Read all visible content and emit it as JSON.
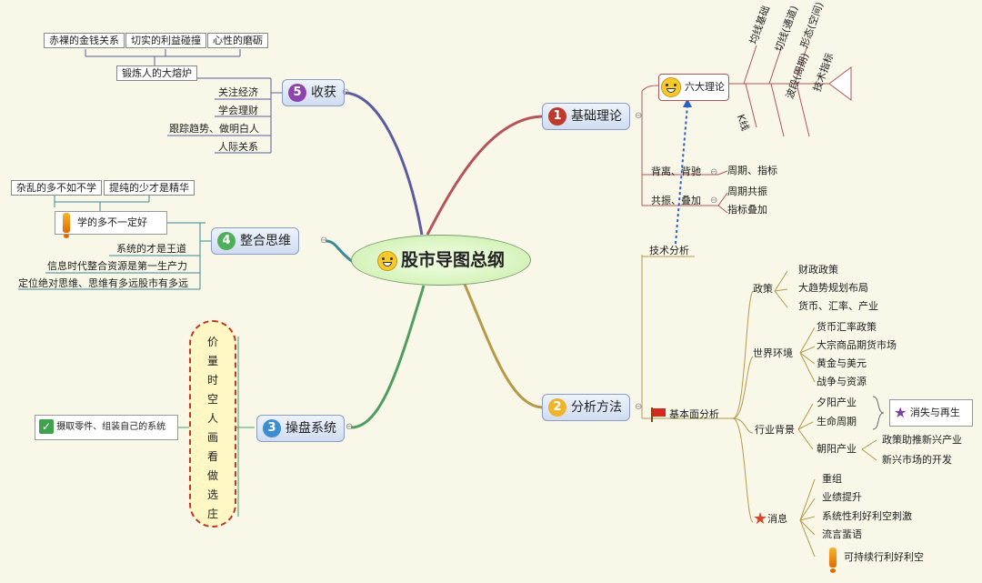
{
  "center_title": "股市导图总纲",
  "colors": {
    "branch1": "#b5545a",
    "branch2": "#9a7a3a",
    "branch3": "#4f9e5f",
    "branch4": "#3a8a96",
    "branch5": "#5b5ba0",
    "arrow": "#2b5fc9"
  },
  "branch1": {
    "number": "1",
    "label": "基础理论",
    "six_theories": "六大理论",
    "fishbone": [
      "均线基础",
      "切线(通道)",
      "形态(空间)",
      "K线",
      "波段(周期)",
      "技术指标"
    ],
    "divergence": "背离、背驰",
    "divergence_child": "周期、指标",
    "resonance": "共振、叠加",
    "resonance_children": [
      "周期共振",
      "指标叠加"
    ]
  },
  "branch2": {
    "number": "2",
    "label": "分析方法",
    "technical": "技术分析",
    "fundamental": "基本面分析",
    "policy": {
      "label": "政策",
      "items": [
        "财政政策",
        "大趋势规划布局",
        "货币、汇率、产业"
      ]
    },
    "world": {
      "label": "世界环境",
      "items": [
        "货币汇率政策",
        "大宗商品期货市场",
        "黄金与美元",
        "战争与资源"
      ]
    },
    "industry": {
      "label": "行业背景",
      "items": [
        "夕阳产业",
        "生命周期"
      ],
      "callout": "消失与再生",
      "sunrise": {
        "label": "朝阳产业",
        "items": [
          "政策助推新兴产业",
          "新兴市场的开发"
        ]
      }
    },
    "news": {
      "label": "消息",
      "items": [
        "重组",
        "业绩提升",
        "系统性利好利空刺激",
        "流言蜚语"
      ],
      "warning": "可持续行利好利空"
    }
  },
  "branch3": {
    "number": "3",
    "label": "操盘系统",
    "note": "摄取零件、组装自己的系统",
    "items": [
      "价",
      "量",
      "时",
      "空",
      "人",
      "画",
      "看",
      "做",
      "选",
      "庄"
    ]
  },
  "branch4": {
    "number": "4",
    "label": "整合思维",
    "top_boxes": [
      "杂乱的多不如不学",
      "提纯的少才是精华"
    ],
    "warning": "学的多不一定好",
    "items": [
      "系统的才是王道",
      "信息时代整合资源是第一生产力",
      "定位绝对思维、思维有多远股市有多远"
    ]
  },
  "branch5": {
    "number": "5",
    "label": "收获",
    "top_boxes": [
      "赤裸的金钱关系",
      "切实的利益碰撞",
      "心性的磨砺"
    ],
    "furnace": "锻炼人的大熔炉",
    "items": [
      "关注经济",
      "学会理财",
      "跟踪趋势、做明白人",
      "人际关系"
    ]
  }
}
